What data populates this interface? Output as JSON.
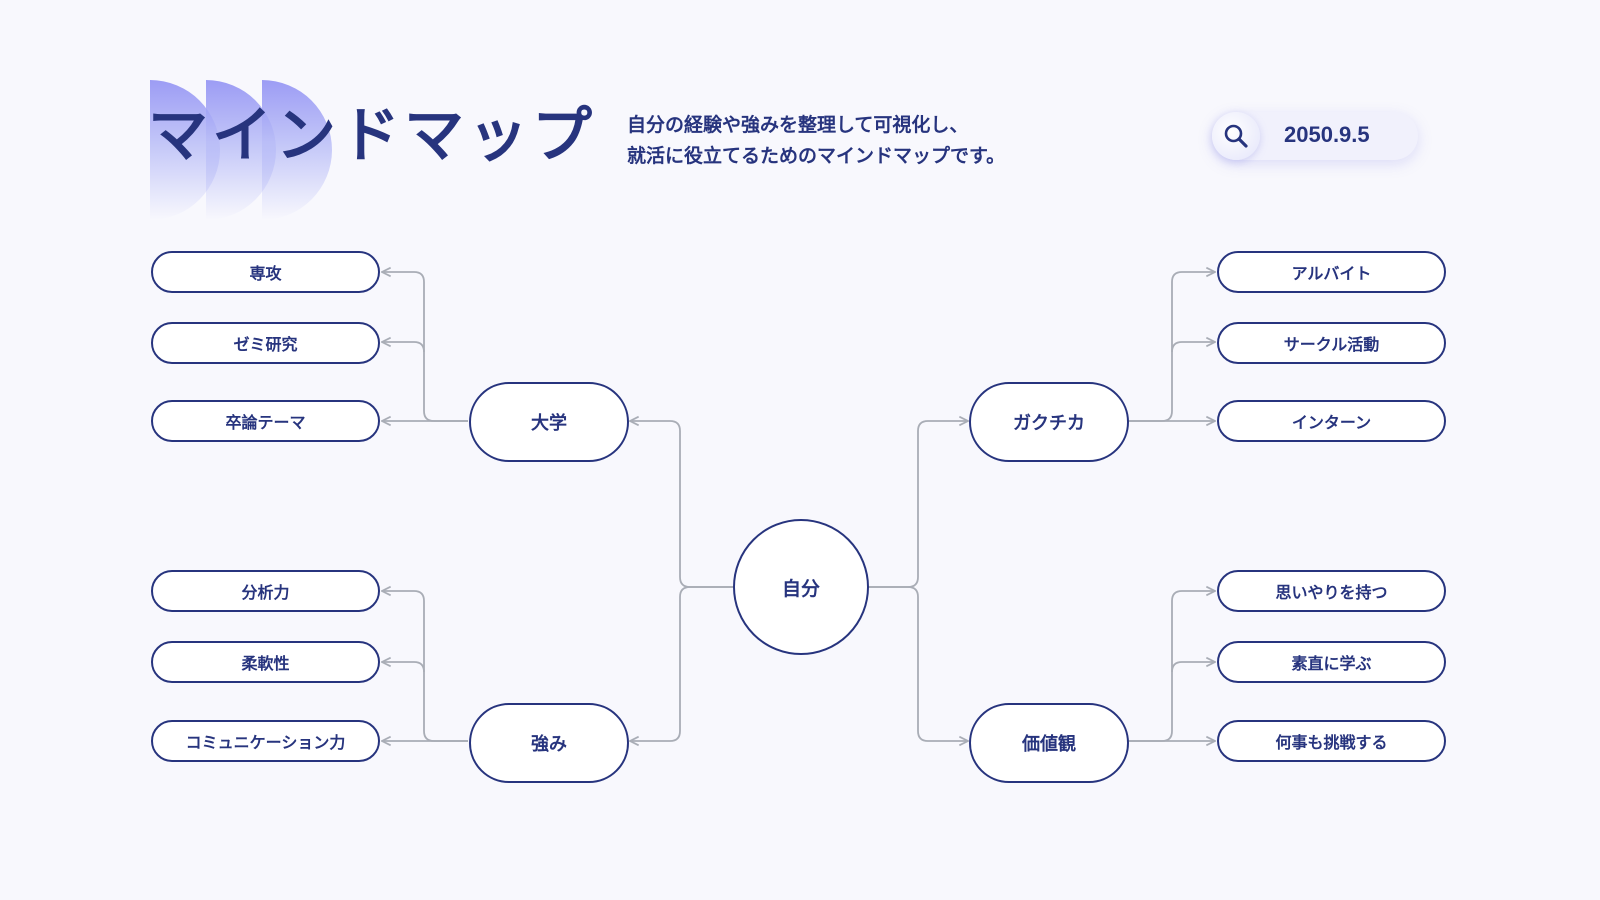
{
  "header": {
    "title": "マインドマップ",
    "subtitle_line1": "自分の経験や強みを整理して可視化し、",
    "subtitle_line2": "就活に役立てるためのマインドマップです。",
    "date": "2050.9.5",
    "search_icon": "search-icon"
  },
  "mindmap": {
    "center": "自分",
    "branches": {
      "university": {
        "label": "大学",
        "children": [
          "専攻",
          "ゼミ研究",
          "卒論テーマ"
        ]
      },
      "strengths": {
        "label": "強み",
        "children": [
          "分析力",
          "柔軟性",
          "コミュニケーション力"
        ]
      },
      "gakuchika": {
        "label": "ガクチカ",
        "children": [
          "アルバイト",
          "サークル活動",
          "インターン"
        ]
      },
      "values": {
        "label": "価値観",
        "children": [
          "思いやりを持つ",
          "素直に学ぶ",
          "何事も挑戦する"
        ]
      }
    }
  },
  "colors": {
    "primary": "#27347e",
    "connector": "#a9adb6",
    "background": "#f8f8fd",
    "accent": "#8c8cf3"
  }
}
